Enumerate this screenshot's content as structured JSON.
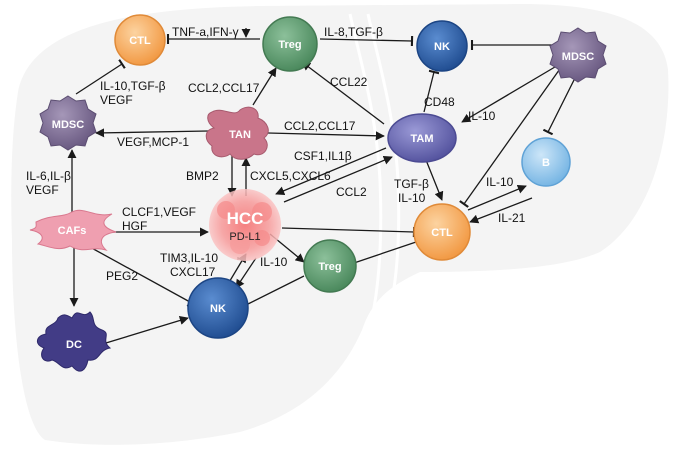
{
  "cells": {
    "ctl_top": "CTL",
    "treg_top": "Treg",
    "nk_top": "NK",
    "mdsc_right": "MDSC",
    "mdsc_left": "MDSC",
    "tan": "TAN",
    "tam": "TAM",
    "b": "B",
    "cafs": "CAFs",
    "hcc": "HCC",
    "hcc_sub": "PD-L1",
    "ctl_right": "CTL",
    "treg_mid": "Treg",
    "nk_bottom": "NK",
    "dc": "DC"
  },
  "labels": {
    "tnf_ifn": "TNF-a,IFN-γ",
    "il8_tgfb": "IL-8,TGF-β",
    "il10_tgfb_vegf_1": "IL-10,TGF-β",
    "il10_tgfb_vegf_2": "VEGF",
    "ccl2_ccl17_top": "CCL2,CCL17",
    "ccl22": "CCL22",
    "cd48": "CD48",
    "il10_mdsc": "IL-10",
    "ccl2_ccl17_mid": "CCL2,CCL17",
    "vegf_mcp1": "VEGF,MCP-1",
    "csf1_il1b": "CSF1,IL1β",
    "il6_ilb_1": "IL-6,IL-β",
    "il6_ilb_2": "VEGF",
    "bmp2": "BMP2",
    "cxcl5_cxcl6": "CXCL5,CXCL6",
    "ccl2": "CCL2",
    "tgfb_il10_1": "TGF-β",
    "tgfb_il10_2": "IL-10",
    "il10_b": "IL-10",
    "il21": "IL-21",
    "clcf1_1": "CLCF1,VEGF",
    "clcf1_2": "HGF",
    "tim3_1": "TIM3,IL-10",
    "tim3_2": "CXCL17",
    "peg2": "PEG2",
    "il10_treg": "IL-10"
  },
  "colors": {
    "liver": "#f4f4f4",
    "ctl": "#f6ae62",
    "treg": "#5e9a6e",
    "nk": "#2f62a7",
    "mdsc": "#7f6f95",
    "tan": "#c9758a",
    "tam": "#6c6bb3",
    "b": "#8ec4ea",
    "cafs": "#ef9fb0",
    "hcc": "#f6a2a2",
    "dc": "#423c86"
  }
}
